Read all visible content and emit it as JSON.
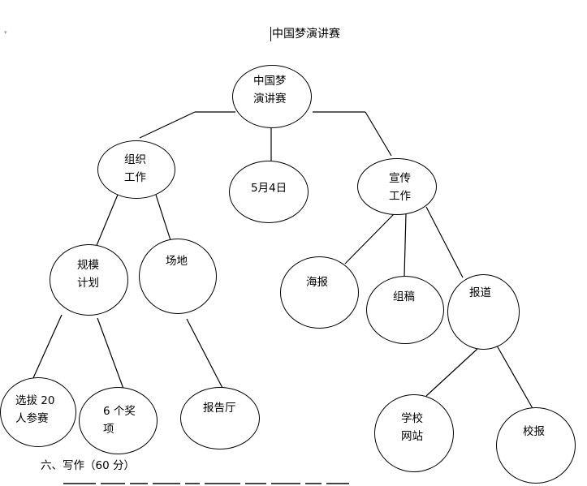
{
  "document": {
    "title": "中国梦演讲赛",
    "collapse_marker": "▾",
    "section_heading": "六、写作（60 分）"
  },
  "diagram": {
    "root": {
      "label": "中国梦\n演讲赛"
    },
    "branches": [
      {
        "label": "组织\n工作",
        "children": [
          {
            "label": "规模\n计划",
            "children": [
              {
                "label": "选拔 20\n人参赛"
              },
              {
                "label": "6 个奖\n项"
              }
            ]
          },
          {
            "label": "场地",
            "children": [
              {
                "label": "报告厅"
              }
            ]
          }
        ]
      },
      {
        "label": "5月4日",
        "children": []
      },
      {
        "label": "宣传\n工作",
        "children": [
          {
            "label": "海报",
            "children": []
          },
          {
            "label": "组稿",
            "children": []
          },
          {
            "label": "报道",
            "children": [
              {
                "label": "学校\n网站"
              },
              {
                "label": "校报"
              }
            ]
          }
        ]
      }
    ]
  }
}
